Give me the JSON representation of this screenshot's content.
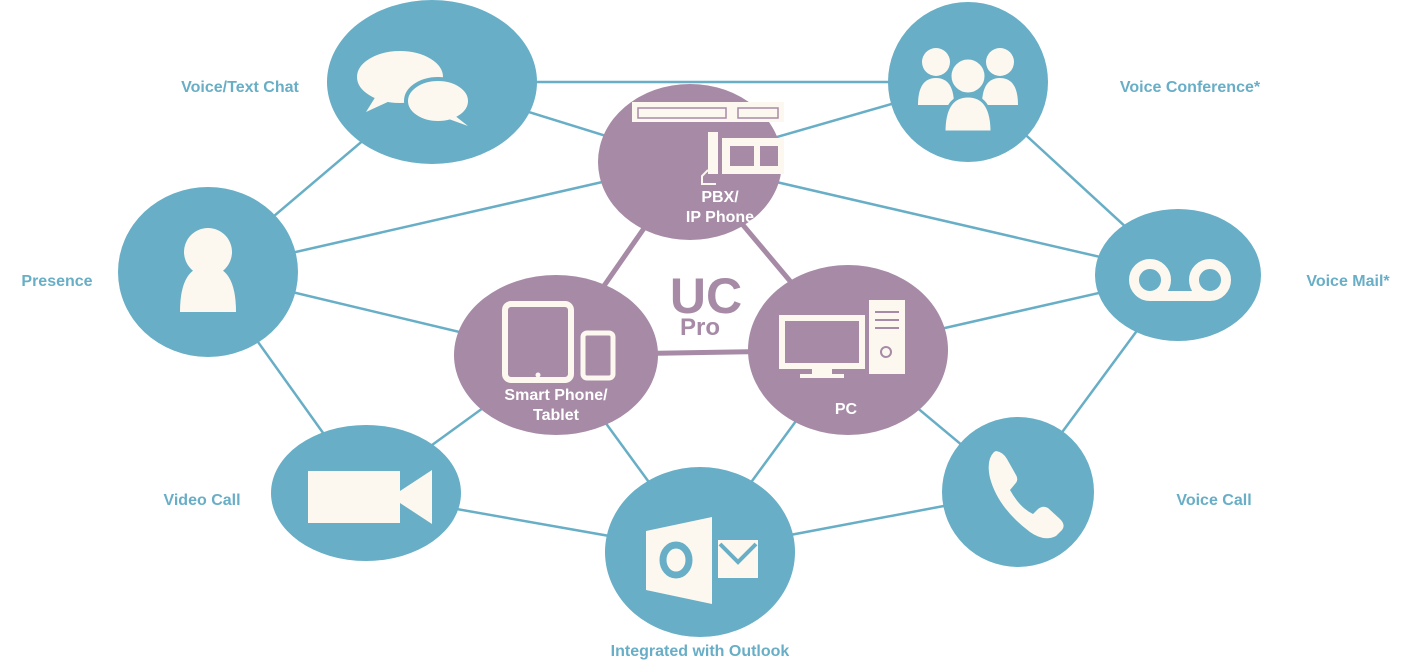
{
  "colors": {
    "feature_node": "#67aec6",
    "core_node": "#a68aa6",
    "edge": "#67aec6",
    "core_edge": "#a68aa6",
    "icon": "#fcf8ef",
    "label": "#67aec6"
  },
  "center": {
    "title": "UC",
    "subtitle": "Pro"
  },
  "core": {
    "pbx": {
      "line1": "PBX/",
      "line2": "IP Phone",
      "icon": "pbx-phone-icon"
    },
    "smartphone": {
      "line1": "Smart Phone/",
      "line2": "Tablet",
      "icon": "tablet-phone-icon"
    },
    "pc": {
      "label": "PC",
      "icon": "desktop-pc-icon"
    }
  },
  "features": {
    "chat": {
      "label": "Voice/Text Chat",
      "icon": "chat-bubbles-icon"
    },
    "conference": {
      "label": "Voice Conference*",
      "icon": "people-group-icon"
    },
    "presence": {
      "label": "Presence",
      "icon": "person-icon"
    },
    "voicemail": {
      "label": "Voice Mail*",
      "icon": "voicemail-icon"
    },
    "video": {
      "label": "Video Call",
      "icon": "video-camera-icon"
    },
    "voicecall": {
      "label": "Voice Call",
      "icon": "phone-handset-icon"
    },
    "outlook": {
      "label": "Integrated with Outlook",
      "icon": "outlook-icon"
    }
  }
}
